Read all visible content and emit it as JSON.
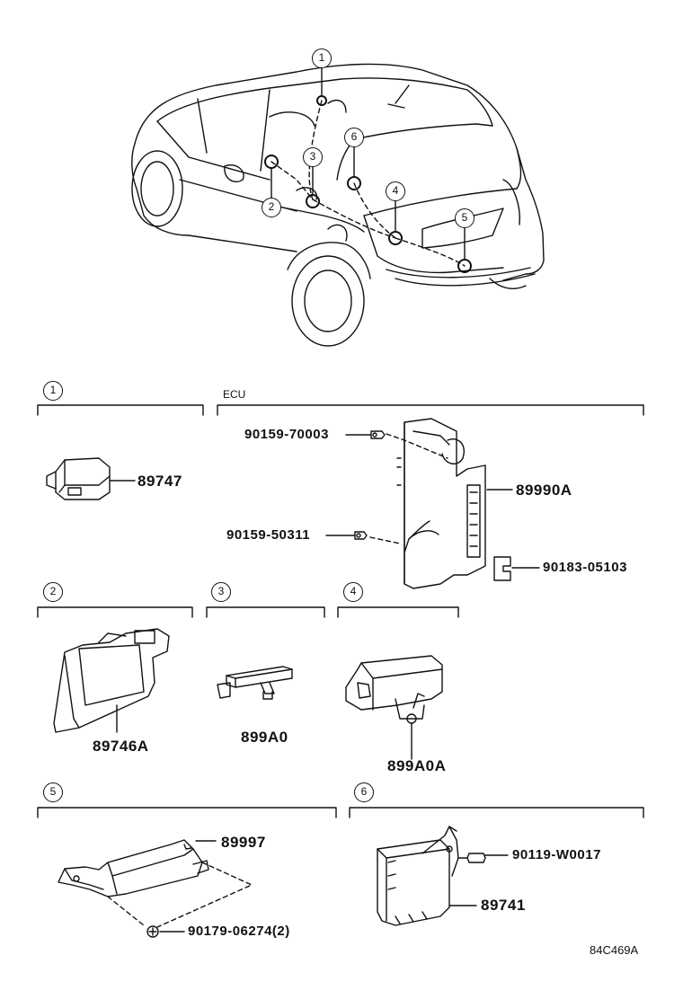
{
  "callouts": [
    "1",
    "2",
    "3",
    "4",
    "5",
    "6"
  ],
  "sections": {
    "s1": {
      "marker": "1",
      "parts": [
        "89747"
      ]
    },
    "ecu": {
      "header": "ECU",
      "parts": [
        "90159-70003",
        "89990A",
        "90159-50311",
        "90183-05103"
      ]
    },
    "s2": {
      "marker": "2",
      "parts": [
        "89746A"
      ]
    },
    "s3": {
      "marker": "3",
      "parts": [
        "899A0"
      ]
    },
    "s4": {
      "marker": "4",
      "parts": [
        "899A0A"
      ]
    },
    "s5": {
      "marker": "5",
      "parts": [
        "89997",
        "90179-06274(2)"
      ]
    },
    "s6": {
      "marker": "6",
      "parts": [
        "90119-W0017",
        "89741"
      ]
    }
  },
  "diagram_code": "84C469A"
}
